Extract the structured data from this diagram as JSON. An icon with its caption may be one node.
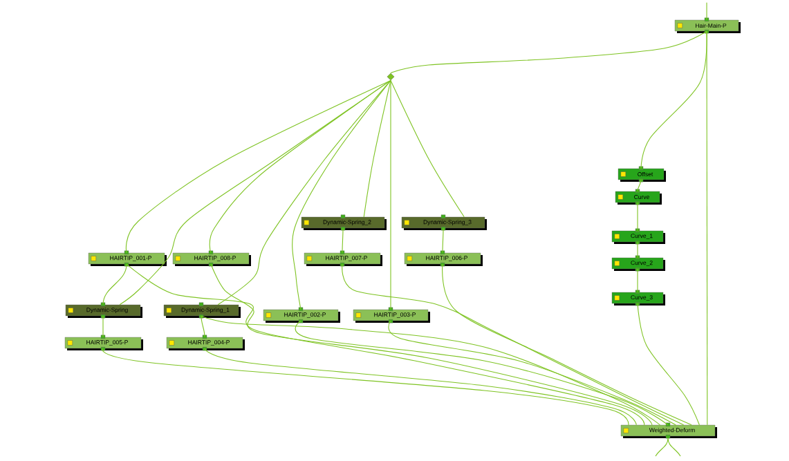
{
  "diagram": {
    "nodes": [
      {
        "text": [
          "Hair-Main-P"
        ]
      },
      {
        "text": [],
        "shape": "diamond"
      },
      {
        "text": [
          "Offset"
        ]
      },
      {
        "text": [
          "Curve"
        ]
      },
      {
        "text": [
          "Curve_1"
        ]
      },
      {
        "text": [
          "Curve_2"
        ]
      },
      {
        "text": [
          "Curve_3"
        ]
      },
      {
        "text": [
          "Dynamic-Spring_2"
        ]
      },
      {
        "text": [
          "Dynamic-Spring_3"
        ]
      },
      {
        "text": [
          "HAIRTIP_001-P"
        ]
      },
      {
        "text": [
          "HAIRTIP_008-P"
        ]
      },
      {
        "text": [
          "HAIRTIP_007-P"
        ]
      },
      {
        "text": [
          "HAIRTIP_006-P"
        ]
      },
      {
        "text": [
          "Dynamic-Spring"
        ]
      },
      {
        "text": [
          "Dynamic-Spring_1"
        ]
      },
      {
        "text": [
          "HAIRTIP_002-P"
        ]
      },
      {
        "text": [
          "HAIRTIP_003-P"
        ]
      },
      {
        "text": [
          "HAIRTIP_005-P"
        ]
      },
      {
        "text": [
          "HAIRTIP_004-P"
        ]
      },
      {
        "text": [
          "Weighted-Deform"
        ]
      }
    ],
    "edges": [
      {
        "from": null,
        "to": 0,
        "arrow": "none"
      },
      {
        "from": 0,
        "to": 1,
        "arrow": "none"
      },
      {
        "from": 0,
        "to": 2,
        "arrow": "none"
      },
      {
        "from": 2,
        "to": 3,
        "arrow": "none"
      },
      {
        "from": 3,
        "to": 4,
        "arrow": "none"
      },
      {
        "from": 4,
        "to": 5,
        "arrow": "none"
      },
      {
        "from": 5,
        "to": 6,
        "arrow": "none"
      },
      {
        "from": 1,
        "to": 9,
        "arrow": "none"
      },
      {
        "from": 1,
        "to": 13,
        "arrow": "none"
      },
      {
        "from": 1,
        "to": 10,
        "arrow": "none"
      },
      {
        "from": 1,
        "to": 14,
        "arrow": "none"
      },
      {
        "from": 1,
        "to": 15,
        "arrow": "none"
      },
      {
        "from": 1,
        "to": 7,
        "arrow": "none"
      },
      {
        "from": 1,
        "to": 16,
        "arrow": "none"
      },
      {
        "from": 1,
        "to": 8,
        "arrow": "none"
      },
      {
        "from": 7,
        "to": 11,
        "arrow": "none"
      },
      {
        "from": 8,
        "to": 12,
        "arrow": "none"
      },
      {
        "from": 9,
        "to": 13,
        "arrow": "none"
      },
      {
        "from": 13,
        "to": 17,
        "arrow": "none"
      },
      {
        "from": 14,
        "to": 18,
        "arrow": "none"
      },
      {
        "from": 17,
        "to": 19,
        "arrow": "none"
      },
      {
        "from": 18,
        "to": 19,
        "arrow": "none"
      },
      {
        "from": 9,
        "to": 19,
        "arrow": "none"
      },
      {
        "from": 10,
        "to": 19,
        "arrow": "none"
      },
      {
        "from": 14,
        "to": 19,
        "arrow": "none"
      },
      {
        "from": 15,
        "to": 19,
        "arrow": "none"
      },
      {
        "from": 16,
        "to": 19,
        "arrow": "none"
      },
      {
        "from": 11,
        "to": 19,
        "arrow": "none"
      },
      {
        "from": 12,
        "to": 19,
        "arrow": "none"
      },
      {
        "from": 6,
        "to": 19,
        "arrow": "none"
      },
      {
        "from": 0,
        "to": 19,
        "arrow": "none"
      }
    ]
  }
}
